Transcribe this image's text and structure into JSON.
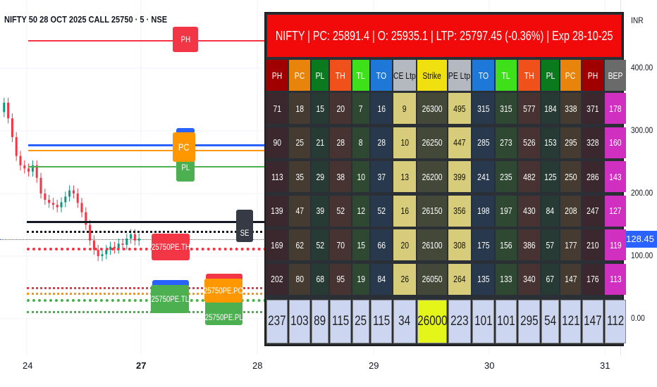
{
  "chart": {
    "title": "NIFTY 50 28 OCT 2025 CALL 25750 · 5 · NSE",
    "currency": "INR",
    "current_price": "128.45",
    "price_ticks": [
      "400.00",
      "300.00",
      "200.00",
      "100.00",
      "0.00"
    ],
    "time_ticks": [
      "24",
      "27",
      "28",
      "29",
      "30",
      "31"
    ],
    "price_series": [
      330,
      345,
      320,
      290,
      260,
      245,
      240,
      235,
      245,
      225,
      200,
      190,
      185,
      182,
      178,
      186,
      195,
      205,
      200,
      185,
      170,
      150,
      125,
      110,
      100,
      103,
      110,
      115,
      112,
      120,
      118,
      128,
      135,
      125,
      128
    ],
    "labels": {
      "ph": "PH",
      "pc": "PC",
      "pl": "PL",
      "se": "SE",
      "th": "25750PE.TH",
      "tl": "25750PE.TL",
      "pe_pc": "25750PE.PC",
      "pe_pl": "25750PE.PL"
    }
  },
  "table": {
    "header": "NIFTY | PC: 25891.4 | O: 25935.1 | LTP: 25797.45 (-0.36%) | Exp 28-10-25",
    "columns": [
      "PH",
      "PC",
      "PL",
      "TH",
      "TL",
      "TO",
      "CE Ltp",
      "Strike",
      "PE Ltp",
      "TO",
      "TL",
      "TH",
      "PL",
      "PC",
      "PH",
      "BEP"
    ],
    "column_colors": [
      "#a00000",
      "#e8830c",
      "#0b7a1e",
      "#f0501a",
      "#3ee01a",
      "#1e78d8",
      "#b4b8c0",
      "#f0e010",
      "#b4b8c0",
      "#1e78d8",
      "#3ee01a",
      "#f0501a",
      "#0b7a1e",
      "#e8830c",
      "#a00000",
      "#6a6a6a"
    ],
    "rows": [
      [
        "71",
        "18",
        "15",
        "20",
        "7",
        "16",
        "9",
        "26300",
        "495",
        "315",
        "315",
        "577",
        "184",
        "338",
        "371",
        "178"
      ],
      [
        "90",
        "25",
        "21",
        "28",
        "8",
        "28",
        "10",
        "26250",
        "447",
        "285",
        "273",
        "526",
        "153",
        "295",
        "328",
        "160"
      ],
      [
        "113",
        "35",
        "29",
        "38",
        "10",
        "37",
        "13",
        "26200",
        "399",
        "241",
        "235",
        "482",
        "125",
        "250",
        "286",
        "143"
      ],
      [
        "139",
        "47",
        "39",
        "52",
        "12",
        "52",
        "16",
        "26150",
        "356",
        "198",
        "197",
        "430",
        "84",
        "208",
        "247",
        "127"
      ],
      [
        "169",
        "62",
        "52",
        "70",
        "15",
        "66",
        "20",
        "26100",
        "308",
        "175",
        "156",
        "386",
        "57",
        "177",
        "210",
        "119"
      ],
      [
        "202",
        "80",
        "68",
        "95",
        "19",
        "84",
        "26",
        "26050",
        "264",
        "135",
        "133",
        "340",
        "67",
        "147",
        "176",
        "113"
      ]
    ],
    "total_row": [
      "237",
      "103",
      "89",
      "115",
      "25",
      "115",
      "34",
      "26000",
      "223",
      "101",
      "101",
      "295",
      "54",
      "121",
      "147",
      "112"
    ]
  }
}
